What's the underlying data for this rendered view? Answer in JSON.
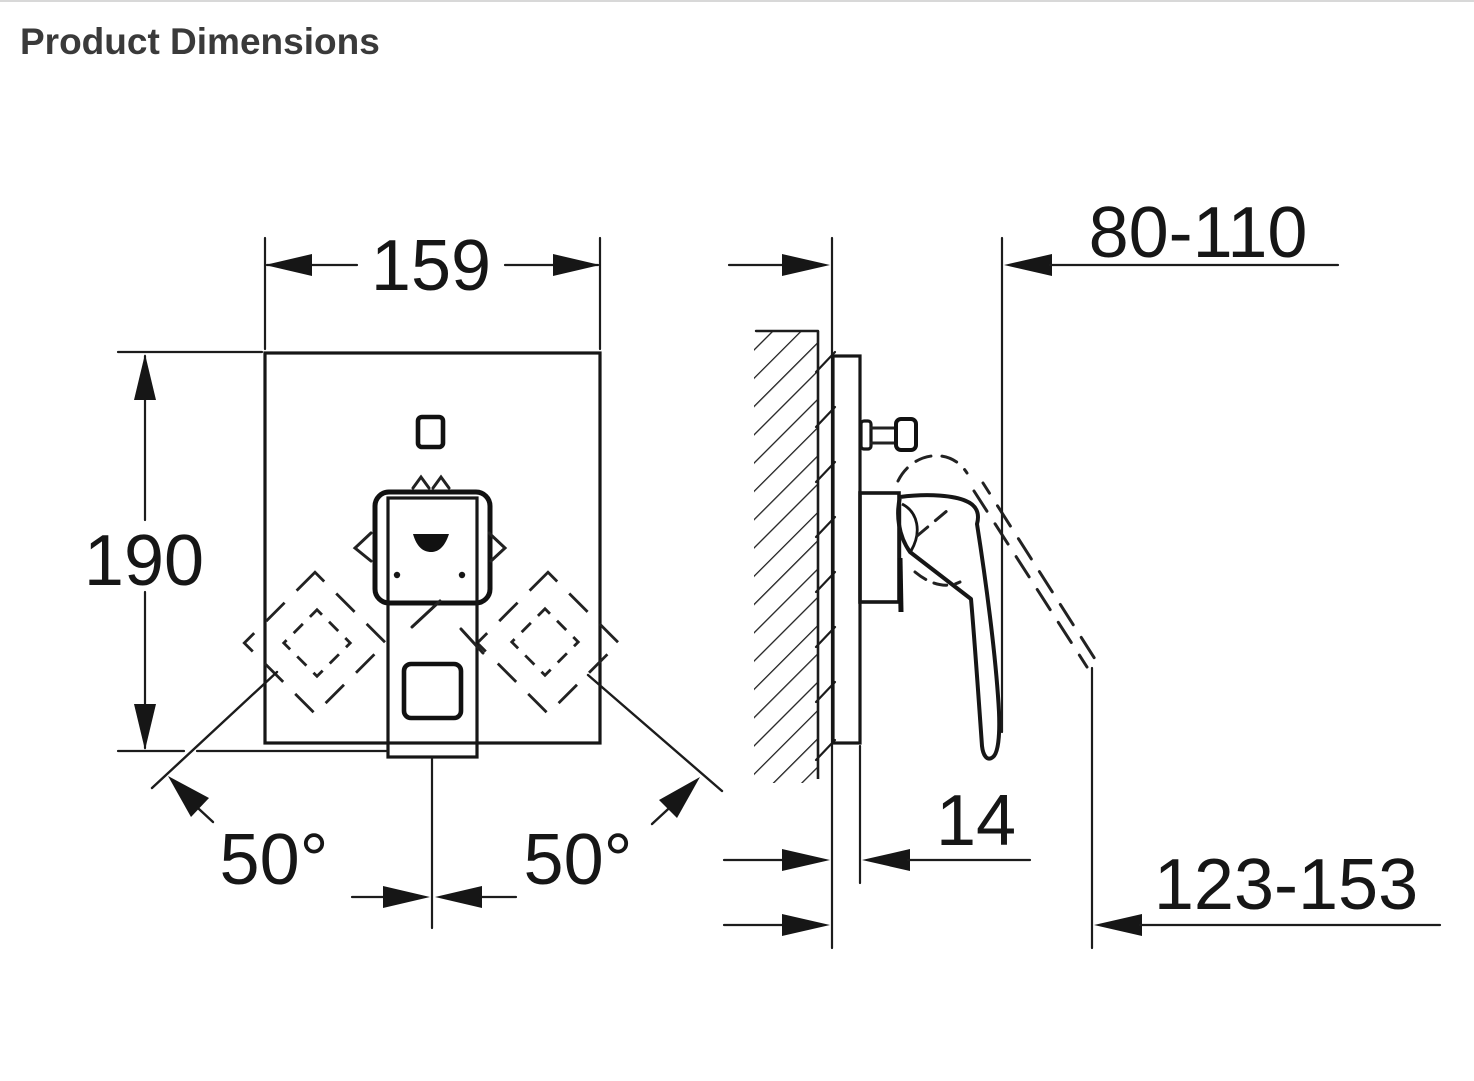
{
  "page": {
    "title": "Product Dimensions"
  },
  "labels": {
    "front_width": "159",
    "front_height": "190",
    "swivel_angle_left": "50°",
    "swivel_angle_right": "50°",
    "installation_depth_range": "80-110",
    "plate_thickness": "14",
    "total_depth_range": "123-153"
  },
  "colors": {
    "background": "#ffffff",
    "line": "#1c1c1c",
    "title_text": "#3a3a3a",
    "top_border": "#d8d8d8"
  }
}
